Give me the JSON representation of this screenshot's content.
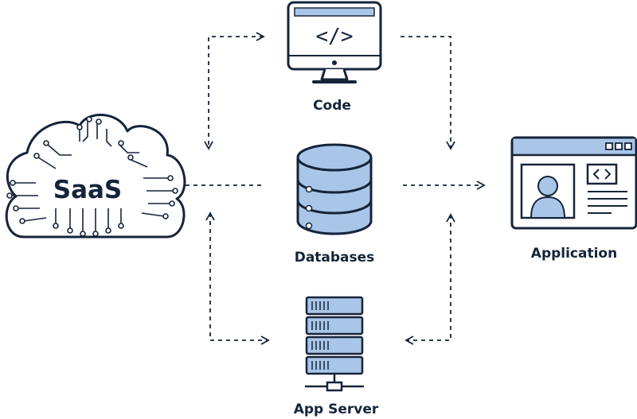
{
  "nodes": {
    "cloud": {
      "label": "SaaS"
    },
    "code": {
      "label": "Code",
      "icon": "monitor-code-icon",
      "glyph": "</>"
    },
    "databases": {
      "label": "Databases",
      "icon": "database-icon"
    },
    "app_server": {
      "label": "App Server",
      "icon": "server-rack-icon"
    },
    "application": {
      "label": "Application",
      "icon": "application-window-icon"
    }
  },
  "colors": {
    "stroke": "#16243a",
    "fill_light": "#a9c6e8",
    "fill_mid": "#8fb3de",
    "background": "#ffffff"
  }
}
